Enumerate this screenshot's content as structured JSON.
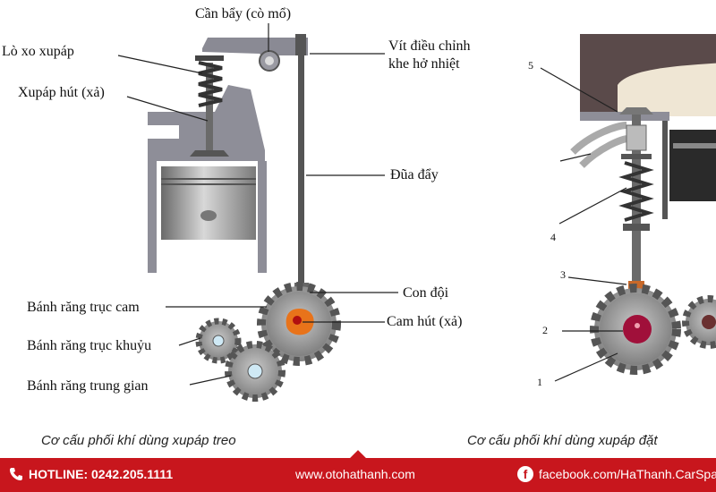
{
  "labels": {
    "rocker_arm": "Cần bẩy (cò mổ)",
    "valve_spring": "Lò xo xupáp",
    "intake_valve": "Xupáp hút (xả)",
    "adjust_screw_line1": "Vít điều chỉnh",
    "adjust_screw_line2": "khe hở nhiệt",
    "push_rod": "Đũa đẩy",
    "tappet": "Con đội",
    "intake_cam": "Cam hút (xả)",
    "camshaft_gear": "Bánh răng trục cam",
    "crankshaft_gear": "Bánh răng trục khuỷu",
    "idler_gear": "Bánh răng trung gian"
  },
  "numbers": [
    "5",
    "4",
    "3",
    "2",
    "1"
  ],
  "captions": {
    "left": "Cơ cấu phối khí dùng xupáp treo",
    "right": "Cơ cấu phối khí dùng xupáp đặt"
  },
  "footer": {
    "hotline": "HOTLINE: 0242.205.1111",
    "website": "www.otohathanh.com",
    "facebook": "facebook.com/HaThanh.CarSpa"
  },
  "icons": {
    "hotline": "phone-icon",
    "facebook": "facebook-icon"
  },
  "colors": {
    "footer_bg": "#c8161d",
    "cam_orange": "#e8731a",
    "cam_red": "#a0103a",
    "tappet_orange": "#c8692a"
  }
}
